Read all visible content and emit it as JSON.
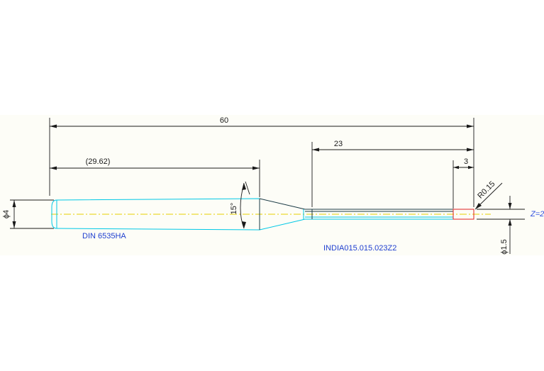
{
  "drawing": {
    "dim_overall_length": "60",
    "dim_shank_length": "(29.62)",
    "dim_neck_length": "23",
    "dim_flute_length": "3",
    "dim_angle": "15°",
    "dim_shank_diameter": "ϕ4",
    "dim_tip_diameter": "ϕ1.5",
    "dim_corner_radius": "R0.15",
    "flutes_label": "Z=2",
    "shank_standard": "DIN 6535HA",
    "part_number": "INDIA015.015.023Z2"
  },
  "colors": {
    "outline": "#00c8e6",
    "centerline": "#e6d000",
    "dimension": "#1a1a1a",
    "annotation": "#1f3fd0",
    "cutting_edge": "#e02020"
  }
}
